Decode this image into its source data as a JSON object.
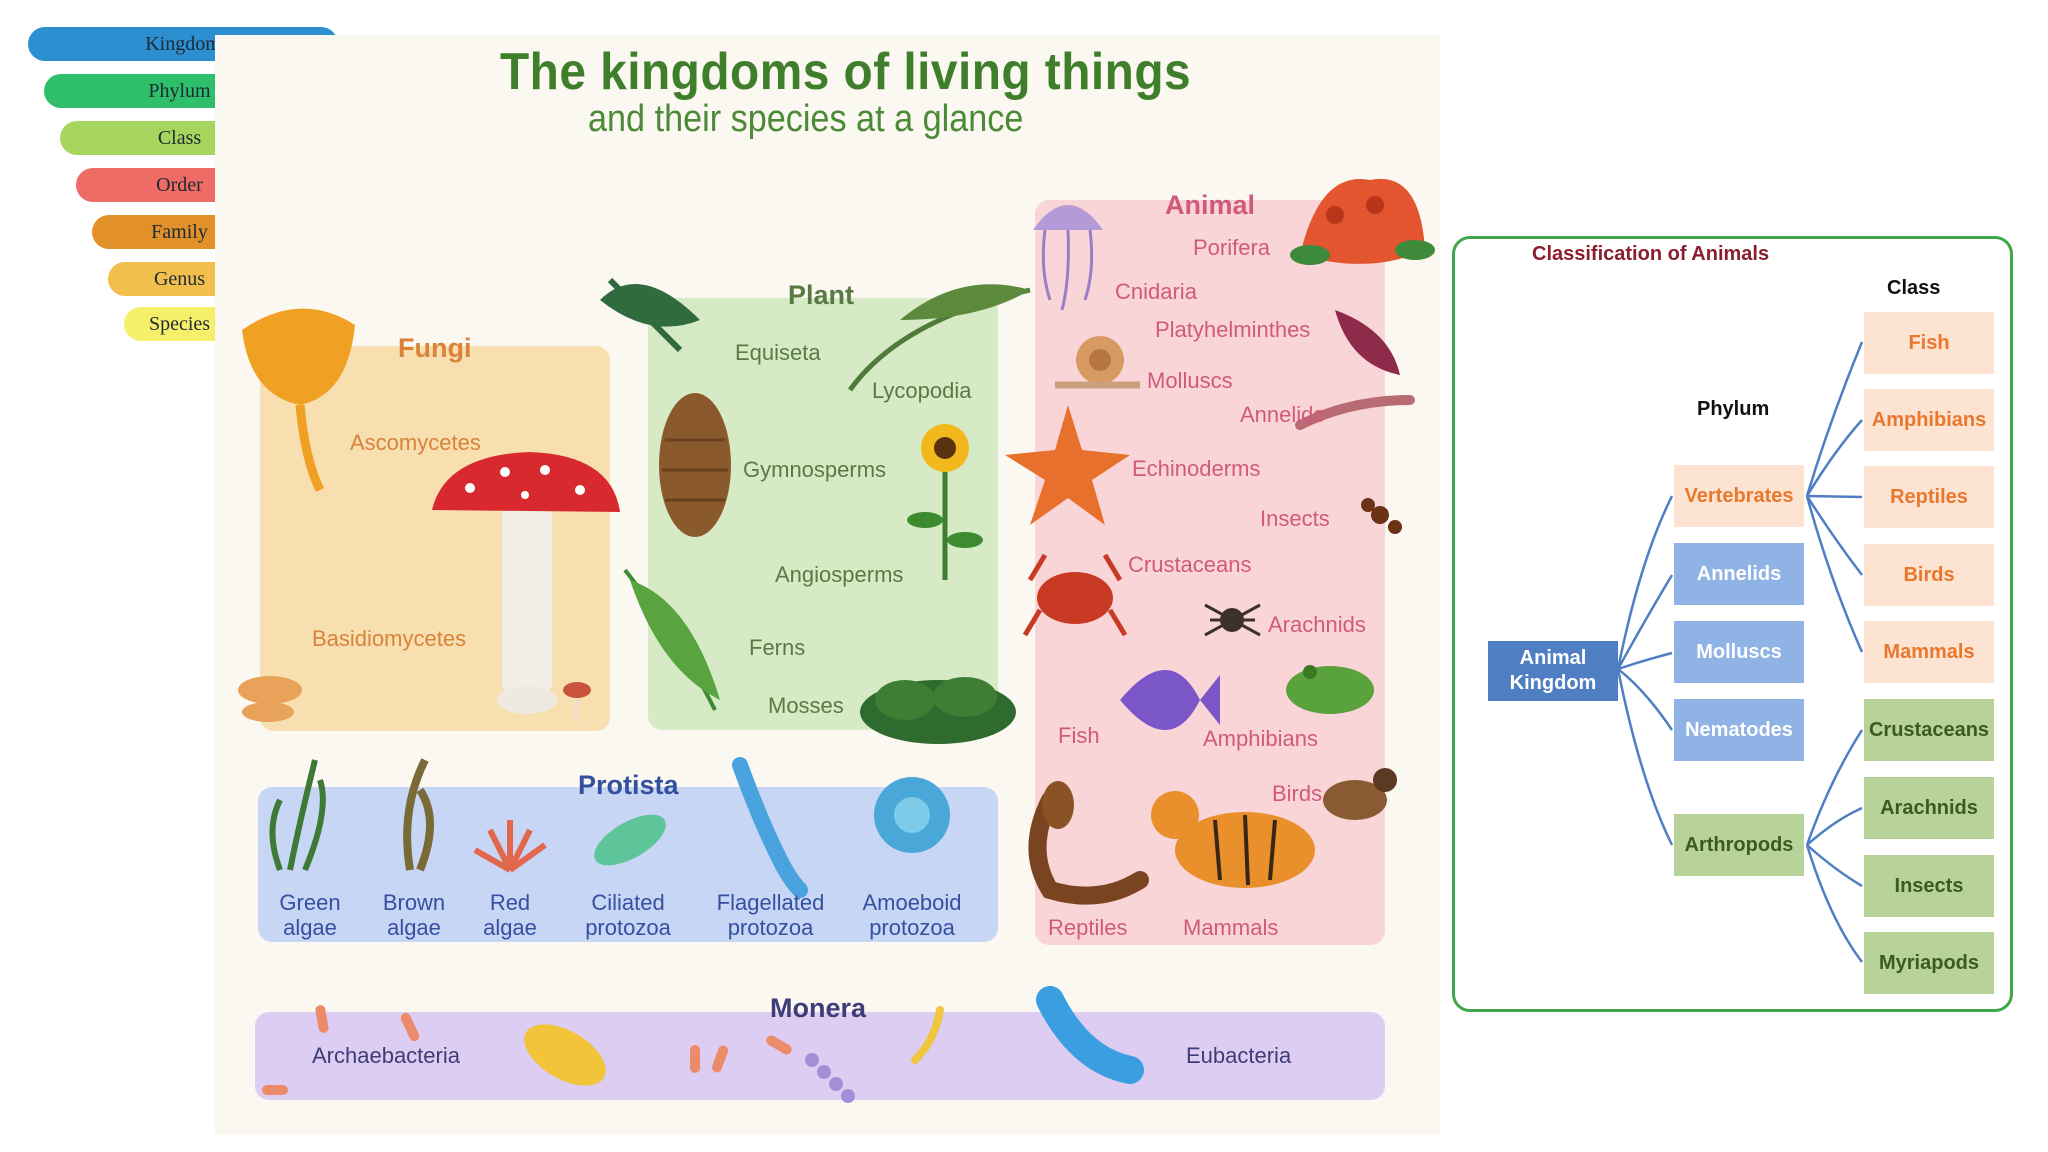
{
  "taxonomy": {
    "levels": [
      {
        "label": "Kingdom",
        "color": "#2b8fd0"
      },
      {
        "label": "Phylum",
        "color": "#2fbf6b"
      },
      {
        "label": "Class",
        "color": "#a6d65e"
      },
      {
        "label": "Order",
        "color": "#ef6b66"
      },
      {
        "label": "Family",
        "color": "#e2912a"
      },
      {
        "label": "Genus",
        "color": "#f2bf4c"
      },
      {
        "label": "Species",
        "color": "#f6ef6a"
      }
    ]
  },
  "poster": {
    "title": "The kingdoms of living things",
    "subtitle": "and their species at a glance",
    "fungi": {
      "title": "Fungi",
      "items": [
        "Ascomycetes",
        "Basidiomycetes"
      ]
    },
    "plant": {
      "title": "Plant",
      "items": [
        "Equiseta",
        "Lycopodia",
        "Gymnosperms",
        "Angiosperms",
        "Ferns",
        "Mosses"
      ]
    },
    "animal": {
      "title": "Animal",
      "items": [
        "Porifera",
        "Cnidaria",
        "Platyhelminthes",
        "Molluscs",
        "Annelids",
        "Echinoderms",
        "Insects",
        "Crustaceans",
        "Arachnids",
        "Fish",
        "Amphibians",
        "Birds",
        "Reptiles",
        "Mammals"
      ]
    },
    "protista": {
      "title": "Protista",
      "items": [
        {
          "l1": "Green",
          "l2": "algae"
        },
        {
          "l1": "Brown",
          "l2": "algae"
        },
        {
          "l1": "Red",
          "l2": "algae"
        },
        {
          "l1": "Ciliated",
          "l2": "protozoa"
        },
        {
          "l1": "Flagellated",
          "l2": "protozoa"
        },
        {
          "l1": "Amoeboid",
          "l2": "protozoa"
        }
      ]
    },
    "monera": {
      "title": "Monera",
      "items": [
        "Archaebacteria",
        "Eubacteria"
      ]
    }
  },
  "classification": {
    "title": "Classification of Animals",
    "phylum_header": "Phylum",
    "class_header": "Class",
    "root": {
      "l1": "Animal",
      "l2": "Kingdom"
    },
    "phyla": [
      "Vertebrates",
      "Annelids",
      "Molluscs",
      "Nematodes",
      "Arthropods"
    ],
    "vertebrate_classes": [
      "Fish",
      "Amphibians",
      "Reptiles",
      "Birds",
      "Mammals"
    ],
    "arthropod_classes": [
      "Crustaceans",
      "Arachnids",
      "Insects",
      "Myriapods"
    ]
  }
}
